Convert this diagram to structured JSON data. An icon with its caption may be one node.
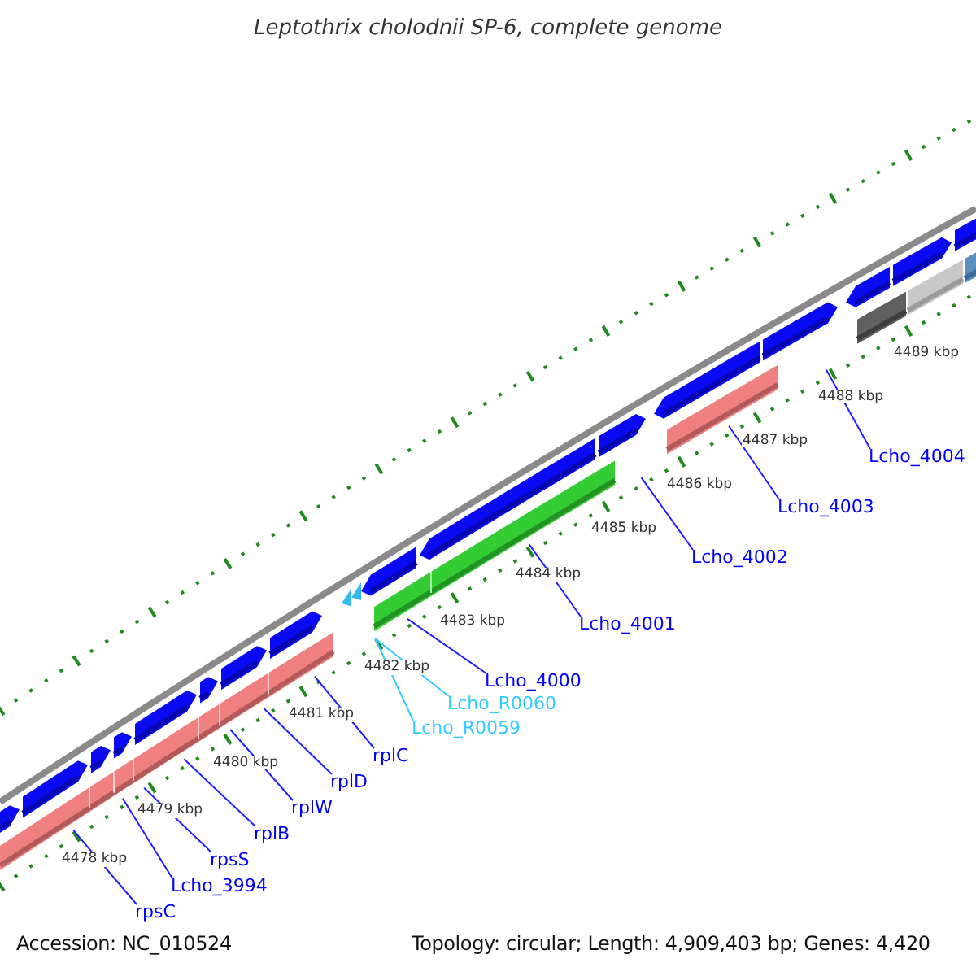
{
  "diagram": {
    "title": "Leptothrix cholodnii SP-6, complete genome",
    "nodes": [
      {
        "text": [
          "rpsC"
        ]
      },
      {
        "text": [
          "Lcho_3994"
        ]
      },
      {
        "text": [
          "rpsS"
        ]
      },
      {
        "text": [
          "rplB"
        ]
      },
      {
        "text": [
          "rplW"
        ]
      },
      {
        "text": [
          "rplD"
        ]
      },
      {
        "text": [
          "rplC"
        ]
      },
      {
        "text": [
          "Lcho_R0059"
        ]
      },
      {
        "text": [
          "Lcho_R0060"
        ]
      },
      {
        "text": [
          "Lcho_4000"
        ]
      },
      {
        "text": [
          "Lcho_4001"
        ]
      },
      {
        "text": [
          "Lcho_4002"
        ]
      },
      {
        "text": [
          "Lcho_4003"
        ]
      },
      {
        "text": [
          "Lcho_4004"
        ]
      }
    ],
    "edges": [
      {
        "from": 0,
        "to": null,
        "arrow": "none"
      },
      {
        "from": 1,
        "to": null,
        "arrow": "none"
      },
      {
        "from": 2,
        "to": null,
        "arrow": "none"
      },
      {
        "from": 3,
        "to": null,
        "arrow": "none"
      },
      {
        "from": 4,
        "to": null,
        "arrow": "none"
      },
      {
        "from": 5,
        "to": null,
        "arrow": "none"
      },
      {
        "from": 6,
        "to": null,
        "arrow": "none"
      },
      {
        "from": 7,
        "to": null,
        "arrow": "none",
        "color": "#33ccff"
      },
      {
        "from": 8,
        "to": null,
        "arrow": "none",
        "color": "#33ccff"
      },
      {
        "from": 9,
        "to": null,
        "arrow": "none"
      },
      {
        "from": 10,
        "to": null,
        "arrow": "none"
      },
      {
        "from": 11,
        "to": null,
        "arrow": "none"
      },
      {
        "from": 12,
        "to": null,
        "arrow": "none"
      },
      {
        "from": 13,
        "to": null,
        "arrow": "none"
      }
    ],
    "labels": [
      "4478 kbp",
      "4479 kbp",
      "4480 kbp",
      "4481 kbp",
      "4482 kbp",
      "4483 kbp",
      "4484 kbp",
      "4485 kbp",
      "4486 kbp",
      "4487 kbp",
      "4488 kbp",
      "4489 kbp",
      "Accession: NC_010524",
      "Topology: circular; Length: 4,909,403 bp; Genes: 4,420"
    ]
  }
}
